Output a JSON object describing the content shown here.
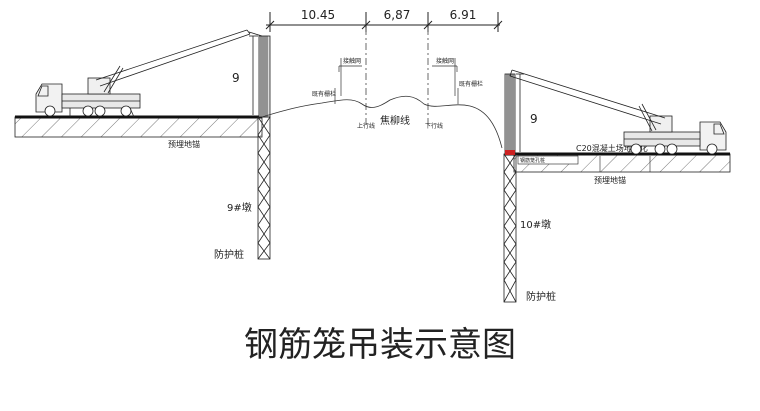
{
  "dimensions": {
    "d1": "10.45",
    "d2": "6,87",
    "d3": "6.91"
  },
  "heights": {
    "left": "9",
    "right": "9"
  },
  "labels": {
    "embedded_anchor_left": "预埋地锚",
    "embedded_anchor_right": "预埋地锚",
    "catenary_left": "接触网",
    "catenary_right": "接触网",
    "fence_left": "既有栅栏",
    "fence_right": "既有栅栏",
    "railway_line": "焦柳线",
    "up_line": "上行线",
    "down_line": "下行线",
    "pier_left": "9#墩",
    "pier_right": "10#墩",
    "protect_pile_left": "防护桩",
    "protect_pile_right": "防护桩",
    "c20_pad": "C20混凝土场地硬化",
    "sleeve_pile": "钢筋笼孔桩"
  },
  "title": "钢筋笼吊装示意图",
  "colors": {
    "line": "#222222",
    "accent_red": "#cc2222"
  }
}
